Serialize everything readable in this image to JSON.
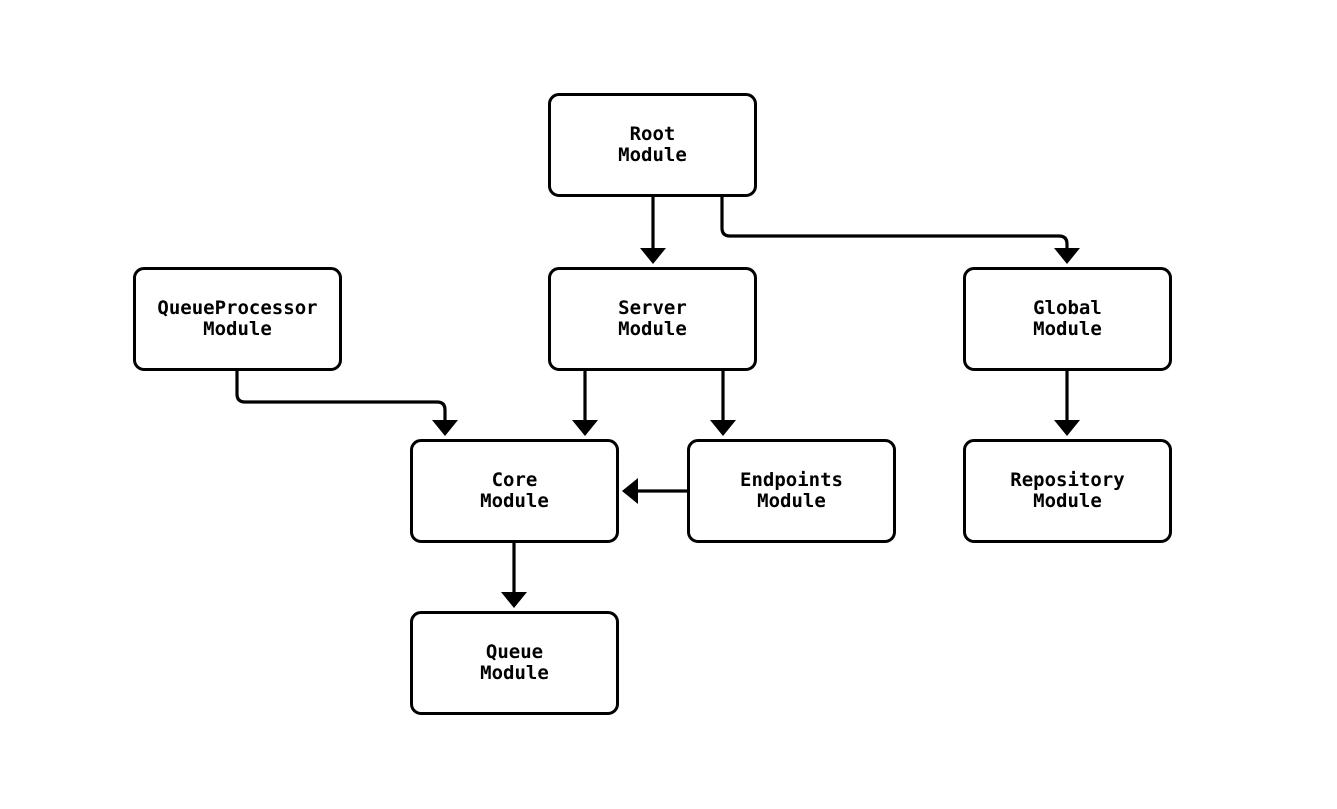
{
  "diagram": {
    "type": "flowchart",
    "colors": {
      "background": "#ffffff",
      "node_fill": "#ffffff",
      "node_border": "#000000",
      "edge_stroke": "#000000",
      "text": "#000000"
    },
    "nodes": [
      {
        "id": "root",
        "label": "Root\nModule"
      },
      {
        "id": "queueprocessor",
        "label": "QueueProcessor\nModule"
      },
      {
        "id": "server",
        "label": "Server\nModule"
      },
      {
        "id": "global",
        "label": "Global\nModule"
      },
      {
        "id": "core",
        "label": "Core\nModule"
      },
      {
        "id": "endpoints",
        "label": "Endpoints\nModule"
      },
      {
        "id": "repository",
        "label": "Repository\nModule"
      },
      {
        "id": "queue",
        "label": "Queue\nModule"
      }
    ],
    "edges": [
      {
        "from": "root",
        "to": "server"
      },
      {
        "from": "root",
        "to": "global"
      },
      {
        "from": "queueprocessor",
        "to": "core"
      },
      {
        "from": "server",
        "to": "core"
      },
      {
        "from": "server",
        "to": "endpoints"
      },
      {
        "from": "endpoints",
        "to": "core"
      },
      {
        "from": "global",
        "to": "repository"
      },
      {
        "from": "core",
        "to": "queue"
      }
    ]
  }
}
